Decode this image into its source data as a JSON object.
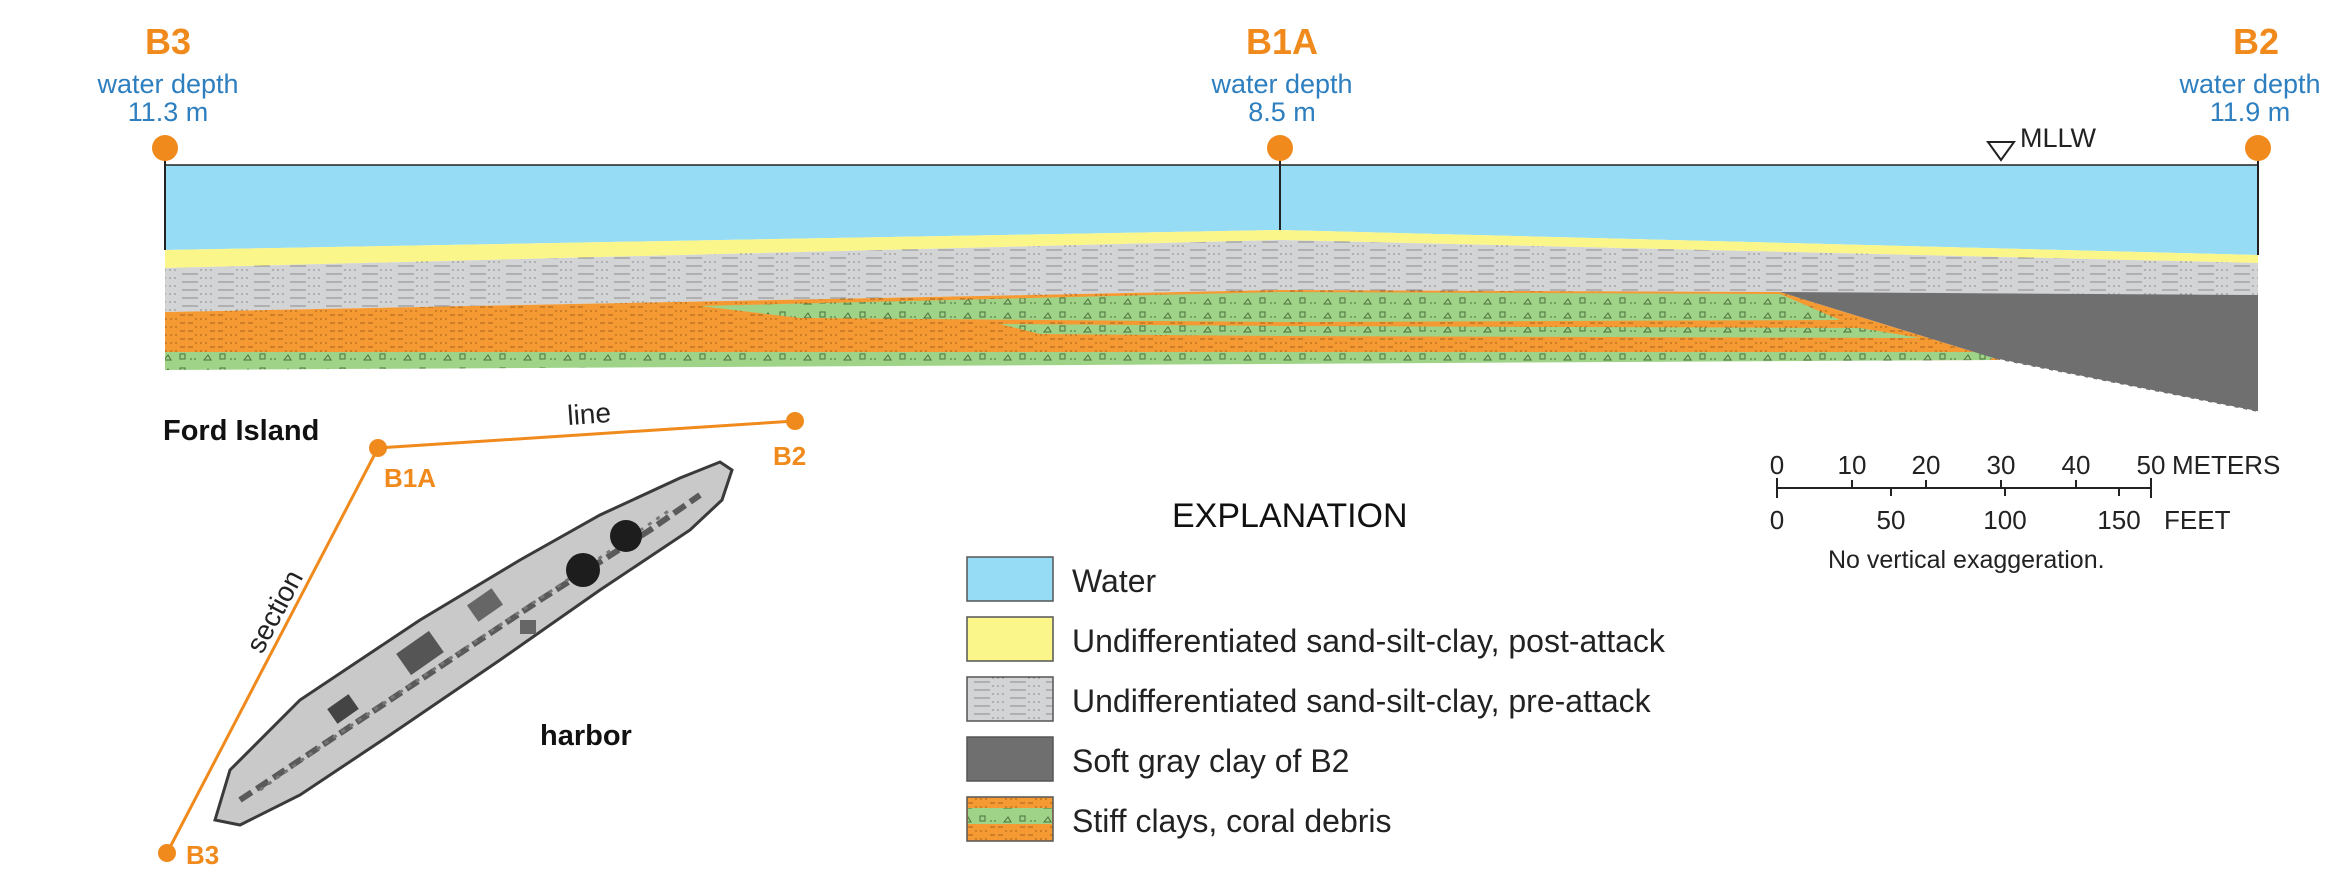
{
  "boreholes": [
    {
      "id": "B3",
      "depth_label": "water depth",
      "depth_value": "11.3 m"
    },
    {
      "id": "B1A",
      "depth_label": "water depth",
      "depth_value": "8.5 m"
    },
    {
      "id": "B2",
      "depth_label": "water depth",
      "depth_value": "11.9 m"
    }
  ],
  "datum_label": "MLLW",
  "map": {
    "place_label": "Ford Island",
    "water_label": "harbor",
    "line_label_a": "line",
    "line_label_b": "section",
    "points": [
      "B1A",
      "B2",
      "B3"
    ]
  },
  "scale_bar": {
    "meters_ticks": [
      "0",
      "10",
      "20",
      "30",
      "40",
      "50"
    ],
    "meters_unit": "METERS",
    "feet_ticks": [
      "0",
      "50",
      "100",
      "150"
    ],
    "feet_unit": "FEET",
    "note": "No vertical exaggeration."
  },
  "legend": {
    "title": "EXPLANATION",
    "items": [
      {
        "label": "Water",
        "color": "#97dcf5"
      },
      {
        "label": "Undifferentiated sand-silt-clay, post-attack",
        "color": "#fbf68a"
      },
      {
        "label": "Undifferentiated sand-silt-clay, pre-attack",
        "color": "#d3d4d6"
      },
      {
        "label": "Soft gray clay of B2",
        "color": "#6f6f70"
      },
      {
        "label": "Stiff clays, coral debris",
        "color": "#f59a33"
      }
    ]
  },
  "colors": {
    "accent_orange": "#f08a1c",
    "label_blue": "#2e7fbf",
    "water": "#97dcf5",
    "post_attack": "#fbf68a",
    "pre_attack": "#d3d4d6",
    "soft_clay": "#6f6f70",
    "stiff_clay": "#f59a33",
    "stiff_clay_green": "#9fd488"
  }
}
